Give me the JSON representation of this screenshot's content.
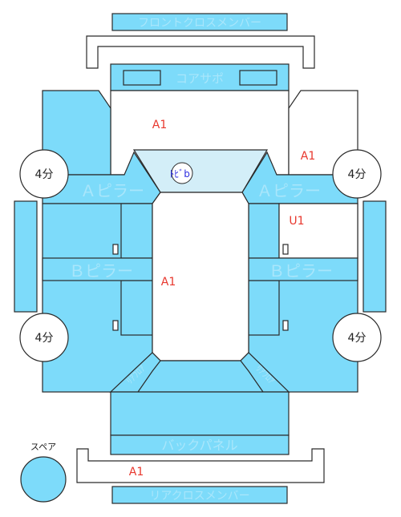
{
  "labels": {
    "front_cross_member": "フロントクロスメンバー",
    "core_support": "コアサポ",
    "a_pillar_left": "Ａピラー",
    "a_pillar_right": "Ａピラー",
    "b_pillar_left": "Ｂピラー",
    "b_pillar_right": "Ｂピラー",
    "back_panel": "バックパネル",
    "rear_cross_member": "リアクロスメンバー",
    "spare": "スペア",
    "rear_left_diag": "ﾘｱﾌﾛｱ",
    "rear_right_diag": "ﾘｱﾌﾛｱ",
    "jack_mark": "ﾄﾋﾞb"
  },
  "wheels": {
    "front_left": "4分",
    "front_right": "4分",
    "rear_left": "4分",
    "rear_right": "4分"
  },
  "codes": {
    "hood_a1": "A1",
    "front_right_a1": "A1",
    "right_door_u1": "U1",
    "floor_a1": "A1",
    "rear_a1": "A1"
  },
  "colors": {
    "panel": "#7ddbfa",
    "panel_light": "#d3eef8",
    "label_text": "#a9e6fb",
    "damage_code": "#e8382e",
    "outline": "#2a2a2a"
  }
}
